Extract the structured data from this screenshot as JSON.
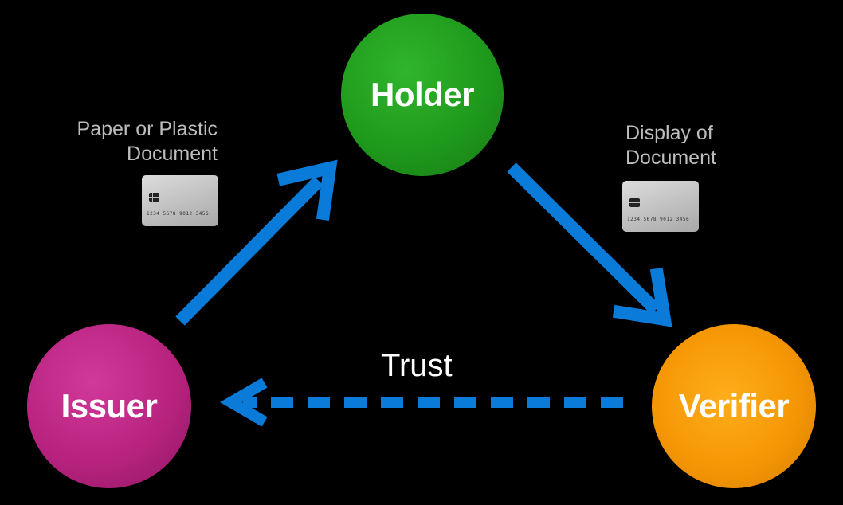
{
  "nodes": {
    "holder": {
      "label": "Holder",
      "color": "#1f9a1c"
    },
    "issuer": {
      "label": "Issuer",
      "color": "#b8237f"
    },
    "verifier": {
      "label": "Verifier",
      "color": "#f59705"
    }
  },
  "captions": {
    "issued_document": [
      "Paper or Plastic",
      "Document"
    ],
    "display_document": [
      "Display of",
      "Document"
    ]
  },
  "edges": {
    "trust_label": "Trust",
    "arrow_color": "#0a7bd8"
  },
  "cards": {
    "number_text": "1234 5678 9012 3456"
  }
}
